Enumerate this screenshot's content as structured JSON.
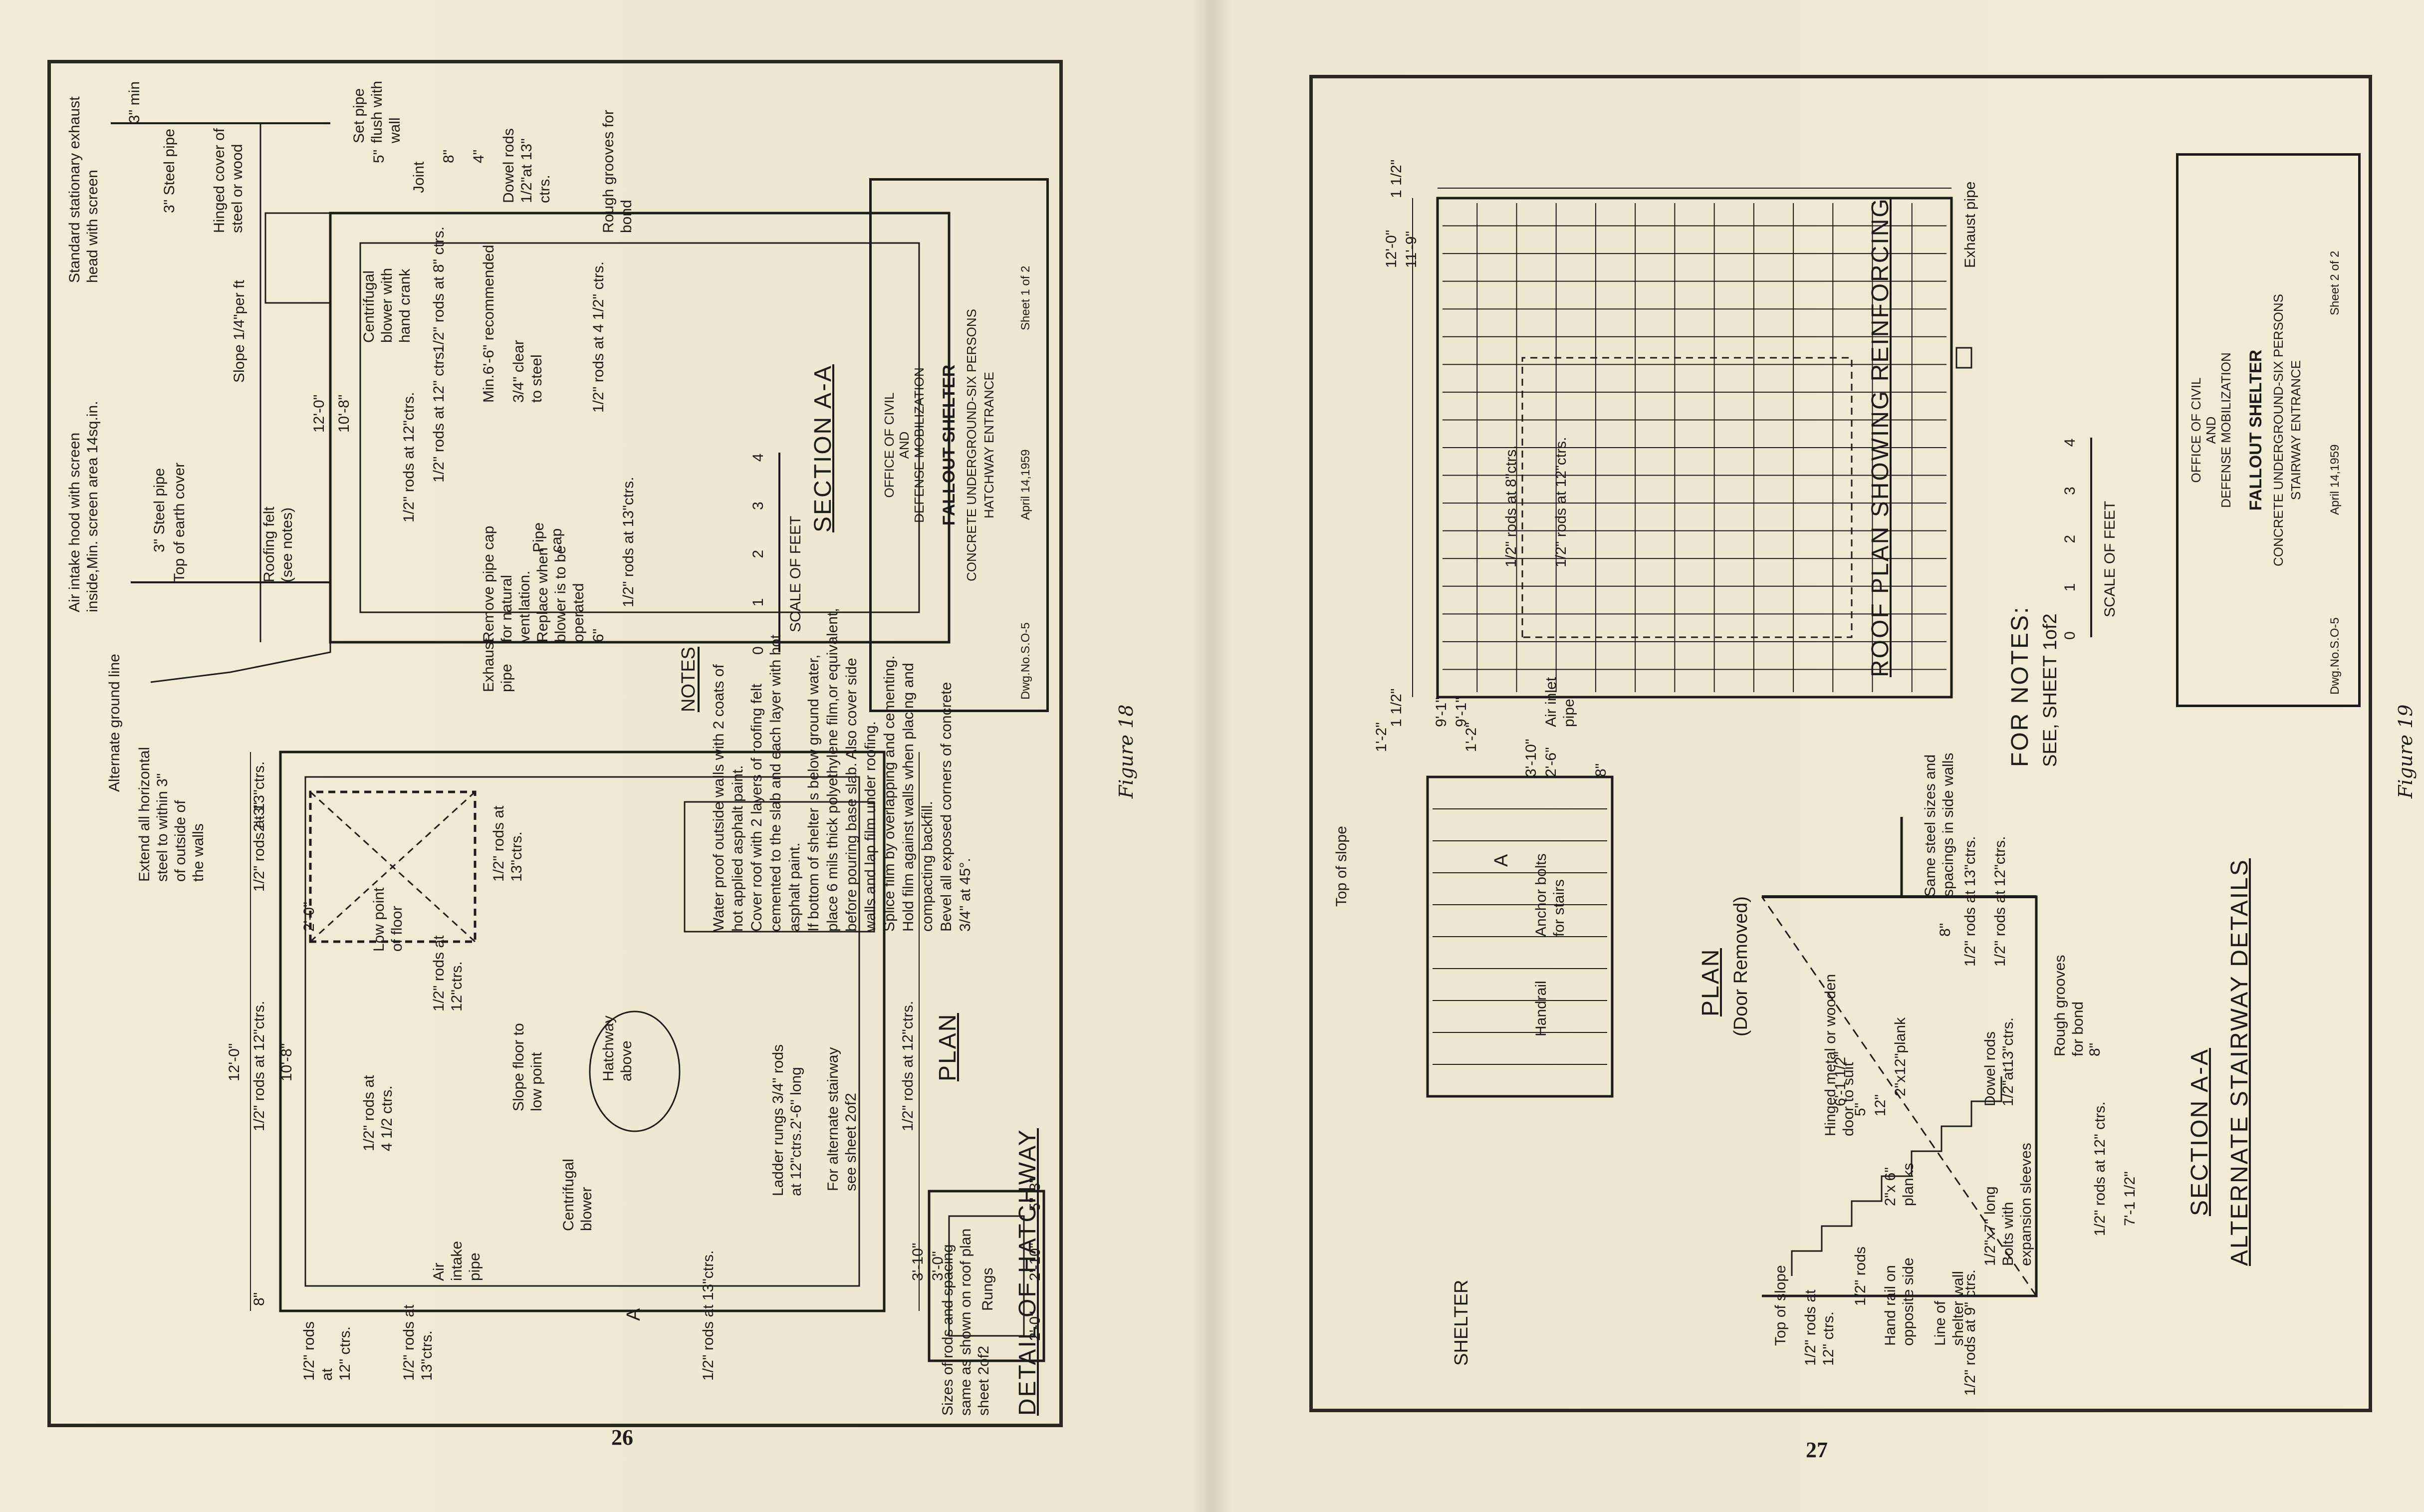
{
  "left_page": {
    "page_number": "26",
    "figure_caption": "Figure 18",
    "headings": {
      "section": "SECTION A-A",
      "plan": "PLAN",
      "detail": "DETAIL OF HATCHWAY",
      "notes": "NOTES",
      "scale": "SCALE OF FEET"
    },
    "scale_ticks": [
      "0",
      "1",
      "2",
      "3",
      "4"
    ],
    "title_block": {
      "agency_line1": "OFFICE OF CIVIL",
      "agency_line2": "AND",
      "agency_line3": "DEFENSE MOBILIZATION",
      "title": "FALLOUT SHELTER",
      "subtitle1": "CONCRETE UNDERGROUND-SIX PERSONS",
      "subtitle2": "HATCHWAY ENTRANCE",
      "dwg_no": "Dwg.No.S.O-5",
      "date": "April 14,1959",
      "sheet": "Sheet 1 of 2"
    },
    "notes_text": [
      "Water proof outside walls with 2 coats of",
      "hot applied asphalt paint.",
      "Cover roof with 2 layers of roofing felt",
      "cemented to the slab and each layer with hot",
      "asphalt paint.",
      "If bottom of shelter is below ground water,",
      "place 6 mils thick polyethylene film,or equivalent,",
      "before pouring base slab. Also cover side",
      "walls and lap film under roofing.",
      "Splice film by overlapping and cementing.",
      "Hold film against walls when placing and",
      "compacting backfill.",
      "Bevel all exposed corners of concrete",
      "3/4\" at 45°."
    ],
    "section_labels": {
      "exhaust_head": "Standard stationary exhaust\nhead with screen",
      "intake_hood": "Air intake hood with screen\ninside,Min. screen area 14sq.in.",
      "alt_ground": "Alternate ground line",
      "steel_pipe_3": "3\" Steel pipe",
      "steel_pipe_3b": "3\" Steel pipe",
      "hinged_cover": "Hinged cover of\nsteel or wood",
      "set_pipe": "Set pipe\nflush with\nwall",
      "dowel_rods": "Dowel rods\n1/2\"at 13\"\nctrs.",
      "rough_grooves": "Rough grooves for\nbond",
      "top_earth": "Top of earth cover",
      "slope": "Slope 1/4\"per ft",
      "roofing_felt": "Roofing felt\n(see notes)",
      "centrifugal": "Centrifugal\nblower with\nhand crank",
      "remove_cap": "Remove pipe cap\nfor natural\nventilation.\nReplace when\nblower is to be\noperated",
      "min_recommended": "Min.6'-6\" recommended",
      "clear_to_steel": "3/4\" clear\nto steel",
      "rods_13": "1/2\" rods at 13\"ctrs.",
      "rods_12": "1/2\" rods at 12\"ctrs.",
      "rods_4half": "1/2\" rods at 4 1/2\" ctrs.",
      "rods_12b": "1/2\" rods at 12\" ctrs.",
      "rods_8": "1/2\" rods at 8\" ctrs.",
      "pipe_cap": "Pipe\ncap",
      "joint": "Joint",
      "exhaust_pipe": "Exhaust\npipe",
      "dim_3min": "3\" min",
      "dim_8": "8\"",
      "dim_5": "5\"",
      "dim_4": "4\"",
      "dim_6": "6\"",
      "dim_12_0": "12'-0\"",
      "dim_10_8": "10'-8\""
    },
    "plan_labels": {
      "extend_horizontal": "Extend all horizontal\nsteel to within 3\"\nof outside of\nthe walls",
      "low_point": "Low point\nof floor",
      "slope_floor": "Slope floor to\nlow point",
      "hatchway_above": "Hatchway\nabove",
      "centrifugal_blower": "Centrifugal\nblower",
      "air_intake_pipe": "Air\nintake\npipe",
      "ladder_rungs": "Ladder rungs 3/4\" rods\nat 12\"ctrs.2'-6\" long",
      "alternate_stairway": "For alternate stairway\nsee sheet 2of2",
      "rods_12_ctrs": "1/2\" rods at 12\"ctrs.",
      "rods_13_ctrs": "1/2\" rods at 13\"ctrs.",
      "rods_4half": "1/2\" rods at\n4 1/2 ctrs.",
      "rods_12": "1/2\" rods at\n12\"ctrs.",
      "rods_13": "1/2\" rods at\n13\"ctrs.",
      "rods_at_12": "1/2\" rods\nat\n12\" ctrs.",
      "rods_at_13": "1/2\" rods at\n13\"ctrs.",
      "rods_12_ctrs2": "1/2\" rods at 12\"ctrs.",
      "rods_13_ctrs2": "1/2\" rods at 13\"ctrs.",
      "section_A": "A",
      "dim_12_0": "12'-0\"",
      "dim_10_8": "10'-8\"",
      "dim_2_3": "2'-3\"",
      "dim_2_0": "2'-0\"",
      "dim_8": "8\""
    },
    "detail_labels": {
      "sizes_spacing": "Sizes of rods and spacing\nsame as shown on roof plan\nsheet 2of2",
      "rungs": "Rungs",
      "dim_3_10": "3'-10\"",
      "dim_3_0": "3'-0\"",
      "dim_2_0": "2'-0\"",
      "dim_2_10": "2'-10\"",
      "dim_5": "5\"",
      "dim_3": "3\""
    }
  },
  "right_page": {
    "page_number": "27",
    "figure_caption": "Figure 19",
    "headings": {
      "roof_plan": "ROOF PLAN SHOWING REINFORCING",
      "plan": "PLAN",
      "plan_sub": "(Door Removed)",
      "section": "SECTION A-A",
      "alternate": "ALTERNATE STAIRWAY DETAILS",
      "scale": "SCALE OF FEET",
      "for_notes": "FOR NOTES:",
      "see_sheet": "SEE, SHEET 1of2"
    },
    "scale_ticks": [
      "0",
      "1",
      "2",
      "3",
      "4"
    ],
    "title_block": {
      "agency_line1": "OFFICE OF CIVIL",
      "agency_line2": "AND",
      "agency_line3": "DEFENSE MOBILIZATION",
      "title": "FALLOUT SHELTER",
      "subtitle1": "CONCRETE UNDERGROUND-SIX PERSONS",
      "subtitle2": "STAIRWAY ENTRANCE",
      "dwg_no": "Dwg.No.S.O-5",
      "date": "April 14,1959",
      "sheet": "Sheet 2 of 2"
    },
    "roof_labels": {
      "exhaust_pipe": "Exhaust pipe",
      "air_inlet": "Air inlet\npipe",
      "rods_8": "1/2\" rods at 8\"ctrs.",
      "rods_12": "1/2\" rods at 12\"ctrs.",
      "dim_12_0": "12'-0\"",
      "dim_11_9": "11'-9\"",
      "dim_1_half": "1 1/2\"",
      "dim_1_half_b": "1 1/2\"",
      "dim_9_1": "9'-1\"",
      "dim_9_1b": "9'-1\"",
      "dim_1_2": "1'-2\"",
      "dim_1_2b": "1'-2\""
    },
    "plan_labels": {
      "top_of_slope": "Top of slope",
      "shelter": "SHELTER",
      "handrail": "Handrail",
      "anchor_bolts": "Anchor bolts\nfor stairs",
      "A": "A",
      "dim_3_10": "3'-10\"",
      "dim_2_6": "2'-6\"",
      "dim_8": "8\""
    },
    "section_labels": {
      "same_steel": "Same steel sizes and\nspacings in side walls",
      "rods_13": "1/2\" rods at 13\"ctrs.",
      "rods_12": "1/2\" rods at 12\"ctrs.",
      "hinged_door": "Hinged metal or wooden\ndoor to suit",
      "planks_2x6": "2\"x 6\"\nplanks",
      "plank_2x12": "2\"x12\"plank",
      "bolts": "1/2\"x7\" long\nBolts with\nexpansion sleeves",
      "dowel_rods": "Dowel rods\n1/2\"at13\"ctrs.",
      "rough_grooves": "Rough grooves\nfor bond",
      "top_of_slope": "Top of slope",
      "rods_12_ctrs": "1/2\" rods at\n12\" ctrs.",
      "half_rods": "1/2\" rods",
      "handrail_opposite": "Hand rail on\nopposite side",
      "line_shelter": "Line of\nshelter wall",
      "rods_9": "1/2\" rods at 9\" ctrs.",
      "rods_12_b": "1/2\" rods at 12\" ctrs.",
      "dim_7_1half": "7'-1 1/2\"",
      "dim_6_1half": "6'-1 1/2\"",
      "dim_12": "12\"",
      "dim_8": "8\"",
      "dim_5": "5\"",
      "dim_8b": "8\""
    }
  },
  "colors": {
    "paper": "#efe9d6",
    "ink": "#1e1c18"
  }
}
